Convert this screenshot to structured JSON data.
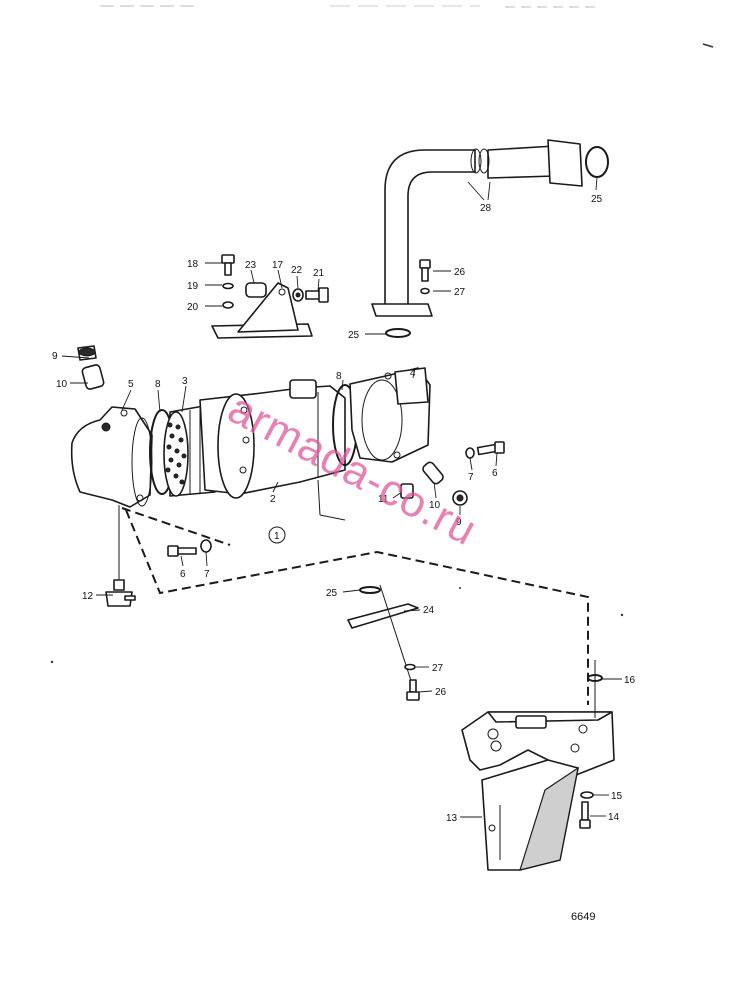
{
  "drawing_number": "6649",
  "group_marker": "1",
  "watermark": "armada-co.ru",
  "callouts": {
    "c2": "2",
    "c3": "3",
    "c4": "4",
    "c5": "5",
    "c6a": "6",
    "c6b": "6",
    "c7a": "7",
    "c7b": "7",
    "c8a": "8",
    "c8b": "8",
    "c9a": "9",
    "c9b": "9",
    "c10a": "10",
    "c10b": "10",
    "c11": "11",
    "c12": "12",
    "c13": "13",
    "c14": "14",
    "c15": "15",
    "c16": "16",
    "c17": "17",
    "c18": "18",
    "c19": "19",
    "c20": "20",
    "c21": "21",
    "c22": "22",
    "c23": "23",
    "c24": "24",
    "c25a": "25",
    "c25b": "25",
    "c25c": "25",
    "c26a": "26",
    "c26b": "26",
    "c27a": "27",
    "c27b": "27",
    "c28": "28"
  }
}
